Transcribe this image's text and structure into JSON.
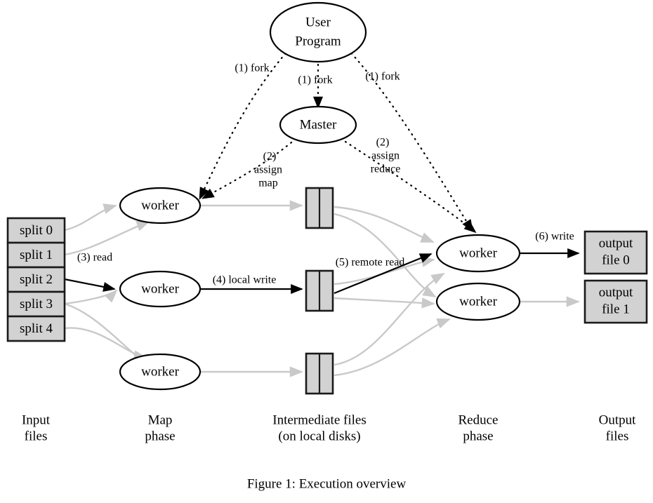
{
  "figure": {
    "caption": "Figure 1: Execution overview"
  },
  "nodes": {
    "user_program": "User Program",
    "user_program_line1": "User",
    "user_program_line2": "Program",
    "master": "Master",
    "map_workers": [
      "worker",
      "worker",
      "worker"
    ],
    "reduce_workers": [
      "worker",
      "worker"
    ]
  },
  "input_files": {
    "splits": [
      "split 0",
      "split 1",
      "split 2",
      "split 3",
      "split 4"
    ]
  },
  "intermediate_files": {
    "count": 3
  },
  "output_files": {
    "boxes": [
      {
        "line1": "output",
        "line2": "file 0"
      },
      {
        "line1": "output",
        "line2": "file 1"
      }
    ]
  },
  "steps": {
    "fork_left": "(1) fork",
    "fork_center": "(1) fork",
    "fork_right": "(1) fork",
    "assign_map_num": "(2)",
    "assign_map_line1": "assign",
    "assign_map_line2": "map",
    "assign_reduce_num": "(2)",
    "assign_reduce_line1": "assign",
    "assign_reduce_line2": "reduce",
    "read": "(3) read",
    "local_write": "(4) local write",
    "remote_read": "(5) remote read",
    "write": "(6) write"
  },
  "columns": [
    {
      "line1": "Input",
      "line2": "files"
    },
    {
      "line1": "Map",
      "line2": "phase"
    },
    {
      "line1": "Intermediate files",
      "line2": "(on local disks)"
    },
    {
      "line1": "Reduce",
      "line2": "phase"
    },
    {
      "line1": "Output",
      "line2": "files"
    }
  ],
  "colors": {
    "box_fill": "#d2d2d2",
    "box_stroke": "#1a1a1a",
    "edge_gray": "#c9c9c9",
    "edge_black": "#000000",
    "background": "#ffffff"
  }
}
